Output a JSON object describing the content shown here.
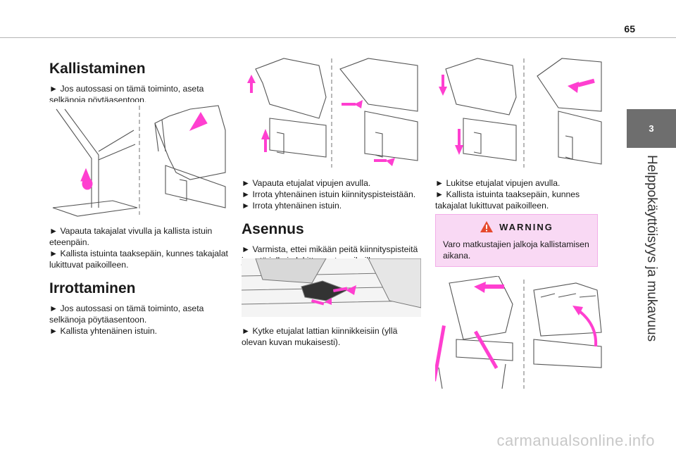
{
  "page_number": "65",
  "chapter": {
    "number": "3",
    "title": "Helppokäyttöisyys ja mukavuus"
  },
  "col1": {
    "heading_1": "Kallistaminen",
    "text_1": "► Jos autossasi on tämä toiminto, aseta selkänoja pöytäasentoon.",
    "text_2a": "► Vapauta takajalat vivulla ja kallista istuin eteenpäin.",
    "text_2b": "► Kallista istuinta taaksepäin, kunnes takajalat lukittuvat paikoilleen.",
    "heading_2": "Irrottaminen",
    "text_3a": "► Jos autossasi on tämä toiminto, aseta selkänoja pöytäasentoon.",
    "text_3b": "► Kallista yhtenäinen istuin."
  },
  "col2": {
    "text_1a": "► Vapauta etujalat vipujen avulla.",
    "text_1b": "► Irrota yhtenäinen istuin kiinnityspisteistään.",
    "text_1c": "► Irrota yhtenäinen istuin.",
    "heading_1": "Asennus",
    "text_2": "► Varmista, ettei mikään peitä kiinnityspisteitä ja estä jalkoja lukittumasta paikoilleen.",
    "text_3": "► Kytke etujalat lattian kiinnikkeisiin (yllä olevan kuvan mukaisesti)."
  },
  "col3": {
    "text_1a": "► Lukitse etujalat vipujen avulla.",
    "text_1b": "► Kallista istuinta taaksepäin, kunnes takajalat lukittuvat paikoilleen.",
    "warning_title": "WARNING",
    "warning_text": "Varo matkustajien jalkoja kallistamisen aikana."
  },
  "watermark": "carmanualsonline.info",
  "colors": {
    "accent_pink": "#ff3fd0",
    "warning_bg": "#f9d9f4",
    "tab_gray": "#6e6e6e"
  }
}
